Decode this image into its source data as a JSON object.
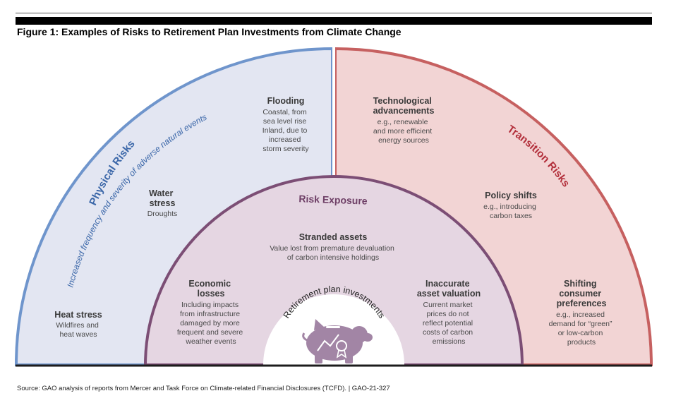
{
  "figure_title": "Figure 1: Examples of Risks to Retirement Plan Investments from Climate Change",
  "physical": {
    "title": "Physical Risks",
    "subtitle": "Increased frequency and severity of adverse natural events",
    "flooding": {
      "title": "Flooding",
      "desc": [
        "Coastal, from",
        "sea level rise",
        "Inland, due to",
        "increased",
        "storm severity"
      ]
    },
    "water": {
      "title": [
        "Water",
        "stress"
      ],
      "desc": "Droughts"
    },
    "heat": {
      "title": "Heat stress",
      "desc": [
        "Wildfires and",
        "heat waves"
      ]
    }
  },
  "transition": {
    "title": "Transition Risks",
    "tech": {
      "title": [
        "Technological",
        "advancements"
      ],
      "desc": [
        "e.g., renewable",
        "and more efficient",
        "energy sources"
      ]
    },
    "policy": {
      "title": "Policy shifts",
      "desc": [
        "e.g., introducing",
        "carbon taxes"
      ]
    },
    "consumer": {
      "title": [
        "Shifting",
        "consumer",
        "preferences"
      ],
      "desc": [
        "e.g., increased",
        "demand for “green”",
        "or low-carbon",
        "products"
      ]
    }
  },
  "exposure": {
    "title": "Risk Exposure",
    "stranded": {
      "title": "Stranded assets",
      "desc": [
        "Value lost from premature devaluation",
        "of carbon intensive holdings"
      ]
    },
    "economic": {
      "title": [
        "Economic",
        "losses"
      ],
      "desc": [
        "Including impacts",
        "from infrastructure",
        "damaged by more",
        "frequent and severe",
        "weather events"
      ]
    },
    "valuation": {
      "title": [
        "Inaccurate",
        "asset valuation"
      ],
      "desc": [
        "Current market",
        "prices do not",
        "reflect potential",
        "costs of carbon",
        "emissions"
      ]
    }
  },
  "center": {
    "title": "Retirement plan investments"
  },
  "source": "Source: GAO analysis of reports from Mercer and Task Force on Climate-related Financial Disclosures (TCFD).  |  GAO-21-327",
  "colors": {
    "physical_fill": "#e3e6f2",
    "physical_stroke": "#6f95cc",
    "physical_text": "#3a66a8",
    "transition_fill": "#f2d4d4",
    "transition_stroke": "#c66060",
    "transition_text": "#b22e3a",
    "exposure_fill": "#e5d6e2",
    "exposure_stroke": "#7c4e75",
    "exposure_text": "#6e3f66",
    "piggy": "#a285a5"
  }
}
